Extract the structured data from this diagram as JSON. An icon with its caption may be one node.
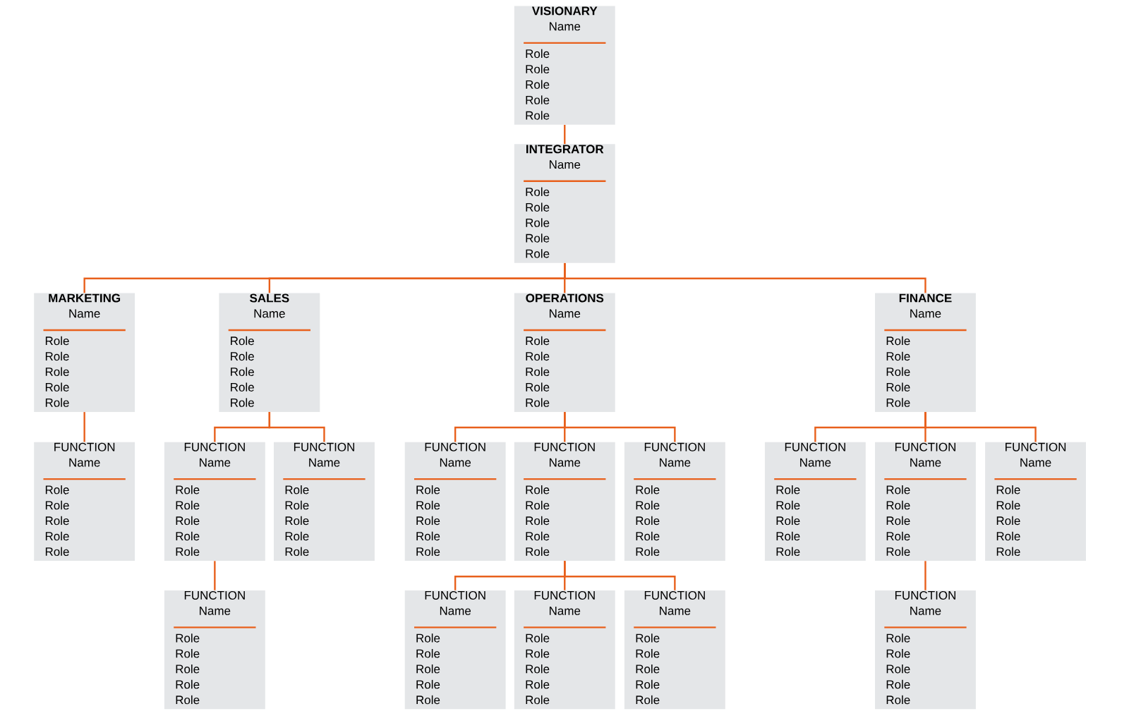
{
  "diagram": {
    "nodes": [
      {
        "text": [
          "VISIONARY",
          "Name",
          "Role",
          "Role",
          "Role",
          "Role",
          "Role"
        ]
      },
      {
        "text": [
          "INTEGRATOR",
          "Name",
          "Role",
          "Role",
          "Role",
          "Role",
          "Role"
        ]
      },
      {
        "text": [
          "MARKETING",
          "Name",
          "Role",
          "Role",
          "Role",
          "Role",
          "Role"
        ]
      },
      {
        "text": [
          "SALES",
          "Name",
          "Role",
          "Role",
          "Role",
          "Role",
          "Role"
        ]
      },
      {
        "text": [
          "OPERATIONS",
          "Name",
          "Role",
          "Role",
          "Role",
          "Role",
          "Role"
        ]
      },
      {
        "text": [
          "FINANCE",
          "Name",
          "Role",
          "Role",
          "Role",
          "Role",
          "Role"
        ]
      },
      {
        "text": [
          "FUNCTION",
          "Name",
          "Role",
          "Role",
          "Role",
          "Role",
          "Role"
        ]
      },
      {
        "text": [
          "FUNCTION",
          "Name",
          "Role",
          "Role",
          "Role",
          "Role",
          "Role"
        ]
      },
      {
        "text": [
          "FUNCTION",
          "Name",
          "Role",
          "Role",
          "Role",
          "Role",
          "Role"
        ]
      },
      {
        "text": [
          "FUNCTION",
          "Name",
          "Role",
          "Role",
          "Role",
          "Role",
          "Role"
        ]
      },
      {
        "text": [
          "FUNCTION",
          "Name",
          "Role",
          "Role",
          "Role",
          "Role",
          "Role"
        ]
      },
      {
        "text": [
          "FUNCTION",
          "Name",
          "Role",
          "Role",
          "Role",
          "Role",
          "Role"
        ]
      },
      {
        "text": [
          "FUNCTION",
          "Name",
          "Role",
          "Role",
          "Role",
          "Role",
          "Role"
        ]
      },
      {
        "text": [
          "FUNCTION",
          "Name",
          "Role",
          "Role",
          "Role",
          "Role",
          "Role"
        ]
      },
      {
        "text": [
          "FUNCTION",
          "Name",
          "Role",
          "Role",
          "Role",
          "Role",
          "Role"
        ]
      },
      {
        "text": [
          "FUNCTION",
          "Name",
          "Role",
          "Role",
          "Role",
          "Role",
          "Role"
        ]
      },
      {
        "text": [
          "FUNCTION",
          "Name",
          "Role",
          "Role",
          "Role",
          "Role",
          "Role"
        ]
      },
      {
        "text": [
          "FUNCTION",
          "Name",
          "Role",
          "Role",
          "Role",
          "Role",
          "Role"
        ]
      },
      {
        "text": [
          "FUNCTION",
          "Name",
          "Role",
          "Role",
          "Role",
          "Role",
          "Role"
        ]
      },
      {
        "text": [
          "FUNCTION",
          "Name",
          "Role",
          "Role",
          "Role",
          "Role",
          "Role"
        ]
      }
    ],
    "edges": [
      {
        "from": 0,
        "to": 1,
        "arrow": "none"
      },
      {
        "from": 1,
        "to": 2,
        "arrow": "none"
      },
      {
        "from": 1,
        "to": 3,
        "arrow": "none"
      },
      {
        "from": 1,
        "to": 4,
        "arrow": "none"
      },
      {
        "from": 1,
        "to": 5,
        "arrow": "none"
      },
      {
        "from": 2,
        "to": 6,
        "arrow": "none"
      },
      {
        "from": 3,
        "to": 7,
        "arrow": "none"
      },
      {
        "from": 3,
        "to": 8,
        "arrow": "none"
      },
      {
        "from": 4,
        "to": 9,
        "arrow": "none"
      },
      {
        "from": 4,
        "to": 10,
        "arrow": "none"
      },
      {
        "from": 4,
        "to": 11,
        "arrow": "none"
      },
      {
        "from": 5,
        "to": 12,
        "arrow": "none"
      },
      {
        "from": 5,
        "to": 13,
        "arrow": "none"
      },
      {
        "from": 5,
        "to": 14,
        "arrow": "none"
      },
      {
        "from": 7,
        "to": 15,
        "arrow": "none"
      },
      {
        "from": 10,
        "to": 16,
        "arrow": "none"
      },
      {
        "from": 10,
        "to": 17,
        "arrow": "none"
      },
      {
        "from": 10,
        "to": 18,
        "arrow": "none"
      },
      {
        "from": 13,
        "to": 19,
        "arrow": "none"
      }
    ]
  }
}
